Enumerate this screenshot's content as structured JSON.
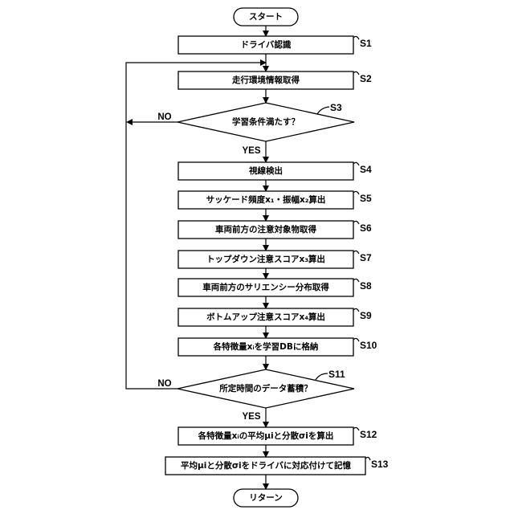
{
  "colors": {
    "line": "#000000",
    "background": "#ffffff"
  },
  "flowchart": {
    "start_label": "スタート",
    "end_label": "リターン",
    "steps": {
      "s1": {
        "tag": "S1",
        "text": "ドライバ認識"
      },
      "s2": {
        "tag": "S2",
        "text": "走行環境情報取得"
      },
      "s3": {
        "tag": "S3",
        "text": "学習条件満たす？",
        "yes": "YES",
        "no": "NO"
      },
      "s4": {
        "tag": "S4",
        "text": "視線検出"
      },
      "s5": {
        "tag": "S5",
        "text": "サッケード頻度x₁・振幅x₂算出"
      },
      "s6": {
        "tag": "S6",
        "text": "車両前方の注意対象物取得"
      },
      "s7": {
        "tag": "S7",
        "text": "トップダウン注意スコアx₃算出"
      },
      "s8": {
        "tag": "S8",
        "text": "車両前方のサリエンシー分布取得"
      },
      "s9": {
        "tag": "S9",
        "text": "ボトムアップ注意スコアx₄算出"
      },
      "s10": {
        "tag": "S10",
        "text": "各特徴量xᵢを学習DBに格納"
      },
      "s11": {
        "tag": "S11",
        "text": "所定時間のデータ蓄積？",
        "yes": "YES",
        "no": "NO"
      },
      "s12": {
        "tag": "S12",
        "text": "各特徴量xᵢの平均μiと分散σiを算出"
      },
      "s13": {
        "tag": "S13",
        "text": "平均μiと分散σiをドライバに対応付けて記憶"
      }
    }
  }
}
